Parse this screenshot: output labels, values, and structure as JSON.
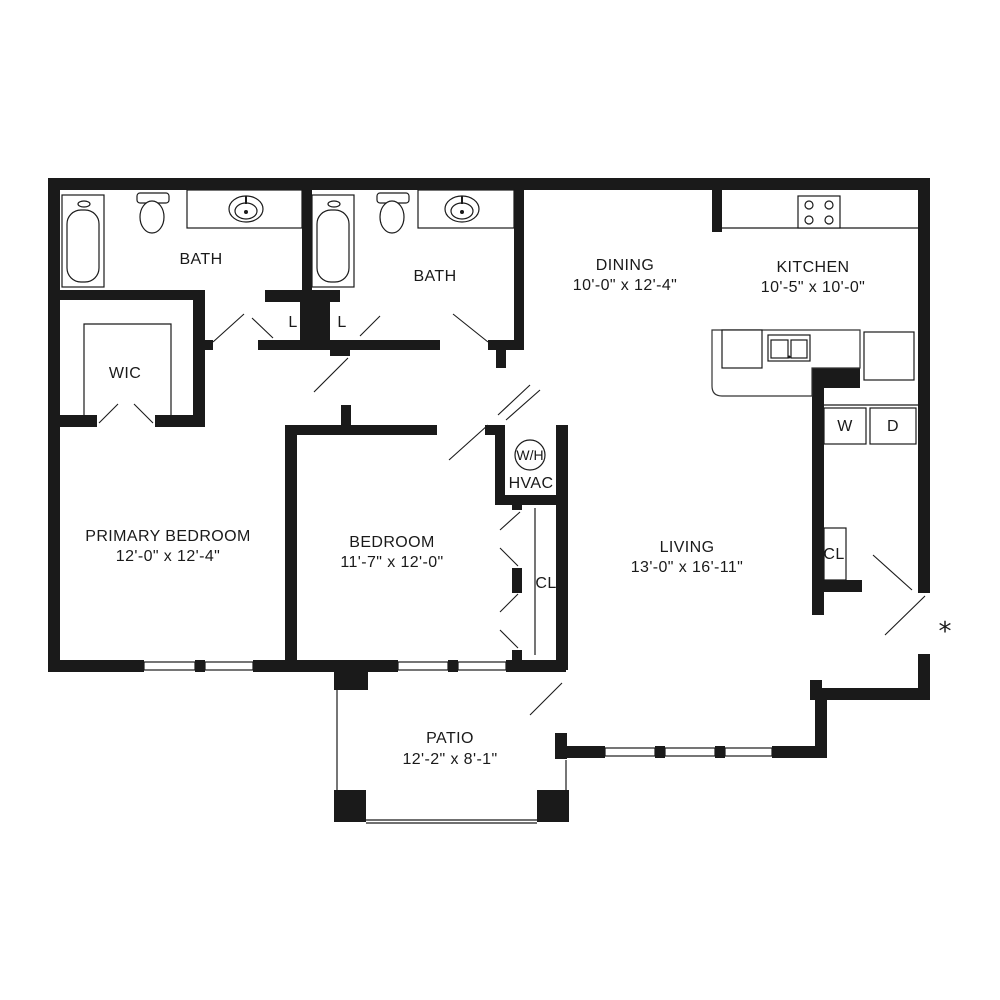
{
  "rooms": {
    "bath1": {
      "name": "BATH"
    },
    "bath2": {
      "name": "BATH"
    },
    "wic": {
      "name": "WIC"
    },
    "linen1": {
      "name": "L"
    },
    "linen2": {
      "name": "L"
    },
    "dining": {
      "name": "DINING",
      "dims": "10'-0\" x 12'-4\""
    },
    "kitchen": {
      "name": "KITCHEN",
      "dims": "10'-5\" x 10'-0\""
    },
    "primary_bedroom": {
      "name": "PRIMARY BEDROOM",
      "dims": "12'-0\" x 12'-4\""
    },
    "bedroom": {
      "name": "BEDROOM",
      "dims": "11'-7\" x 12'-0\""
    },
    "living": {
      "name": "LIVING",
      "dims": "13'-0\" x 16'-11\""
    },
    "patio": {
      "name": "PATIO",
      "dims": "12'-2\" x 8'-1\""
    },
    "closet_bedroom": {
      "name": "CL"
    },
    "closet_entry": {
      "name": "CL"
    },
    "hvac": {
      "name": "HVAC"
    }
  },
  "fixtures": {
    "water_heater": "W/H",
    "washer": "W",
    "dryer": "D"
  },
  "entry_marker": "*"
}
